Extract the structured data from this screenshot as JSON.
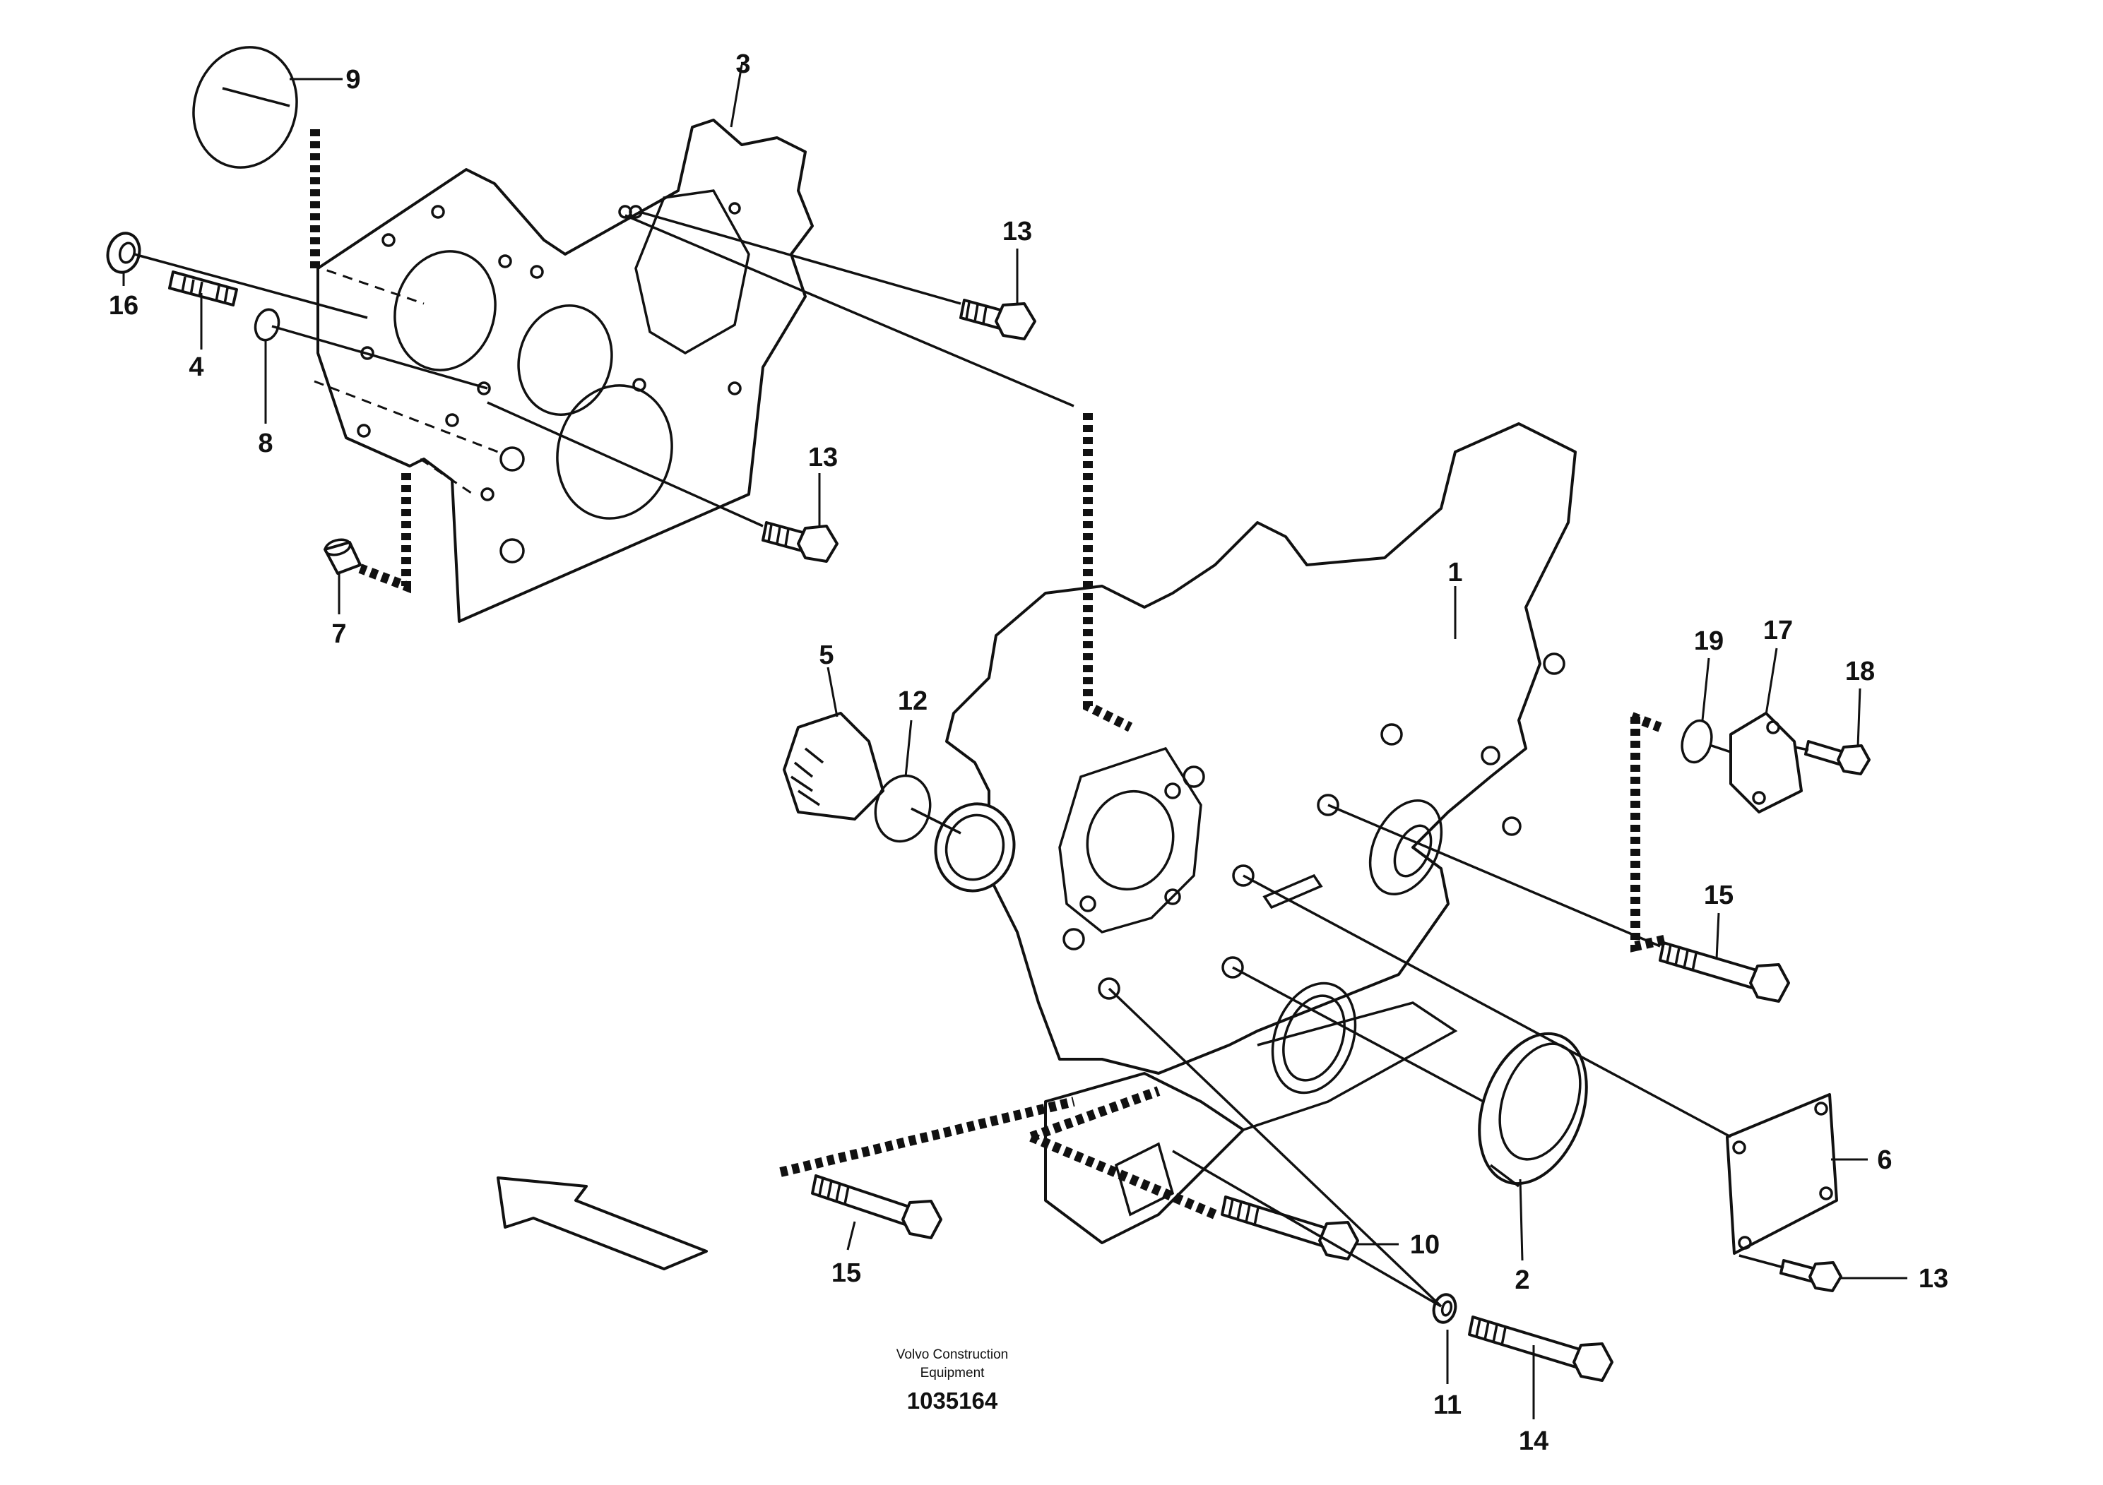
{
  "diagram": {
    "callouts": {
      "c1": "1",
      "c2": "2",
      "c3": "3",
      "c4": "4",
      "c5": "5",
      "c6": "6",
      "c7": "7",
      "c8": "8",
      "c9": "9",
      "c10": "10",
      "c11": "11",
      "c12": "12",
      "c13a": "13",
      "c13b": "13",
      "c13c": "13",
      "c14": "14",
      "c15a": "15",
      "c15b": "15",
      "c16": "16",
      "c17": "17",
      "c18": "18",
      "c19": "19"
    },
    "caption": {
      "line1": "Volvo Construction",
      "line2": "Equipment",
      "doc_number": "1035164"
    },
    "icons": {
      "direction_arrow": "front-direction-arrow-icon"
    }
  }
}
